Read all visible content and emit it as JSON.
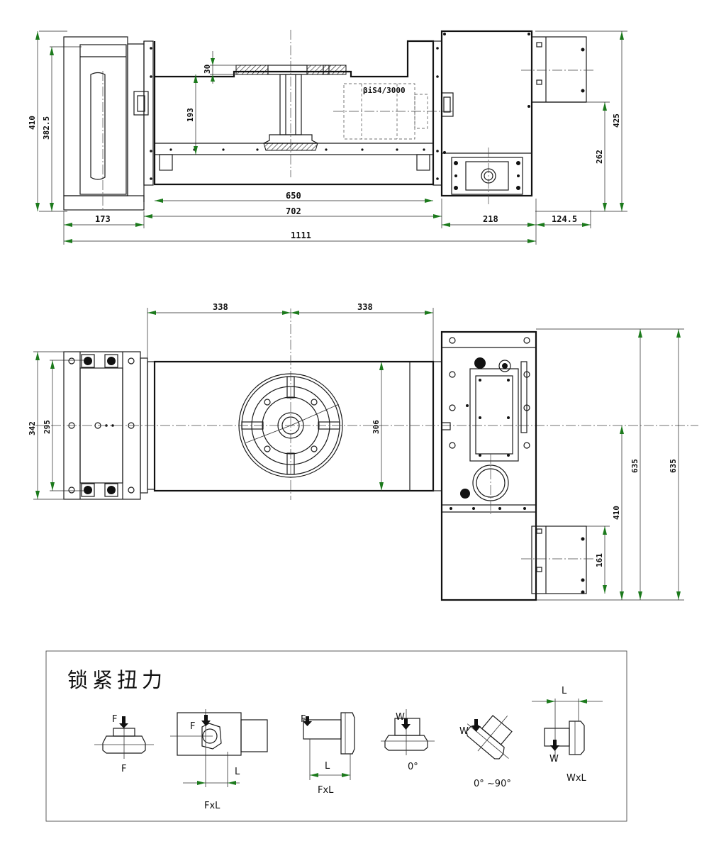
{
  "side_view": {
    "dims": {
      "d410": "410",
      "d382_5": "382.5",
      "d30": "30",
      "d193": "193",
      "d650": "650",
      "d702": "702",
      "d173": "173",
      "d218": "218",
      "d124_5": "124.5",
      "d1111": "1111",
      "d425": "425",
      "d262": "262"
    },
    "motor_label": "βiS4/3000"
  },
  "top_view": {
    "dims": {
      "d338_left": "338",
      "d338_right": "338",
      "d342": "342",
      "d295": "295",
      "d306": "306",
      "d635_inner": "635",
      "d635_outer": "635",
      "d410": "410",
      "d161": "161"
    }
  },
  "legend": {
    "title": "锁紧扭力",
    "items": [
      {
        "force": "F",
        "caption": "F"
      },
      {
        "force": "F",
        "length": "L",
        "caption": "FxL"
      },
      {
        "force": "F",
        "length": "L",
        "caption": "FxL"
      },
      {
        "force": "W",
        "caption": "0°"
      },
      {
        "force": "W",
        "caption": "0° ~90°"
      },
      {
        "force": "W",
        "length": "L",
        "caption": "WxL"
      }
    ]
  }
}
